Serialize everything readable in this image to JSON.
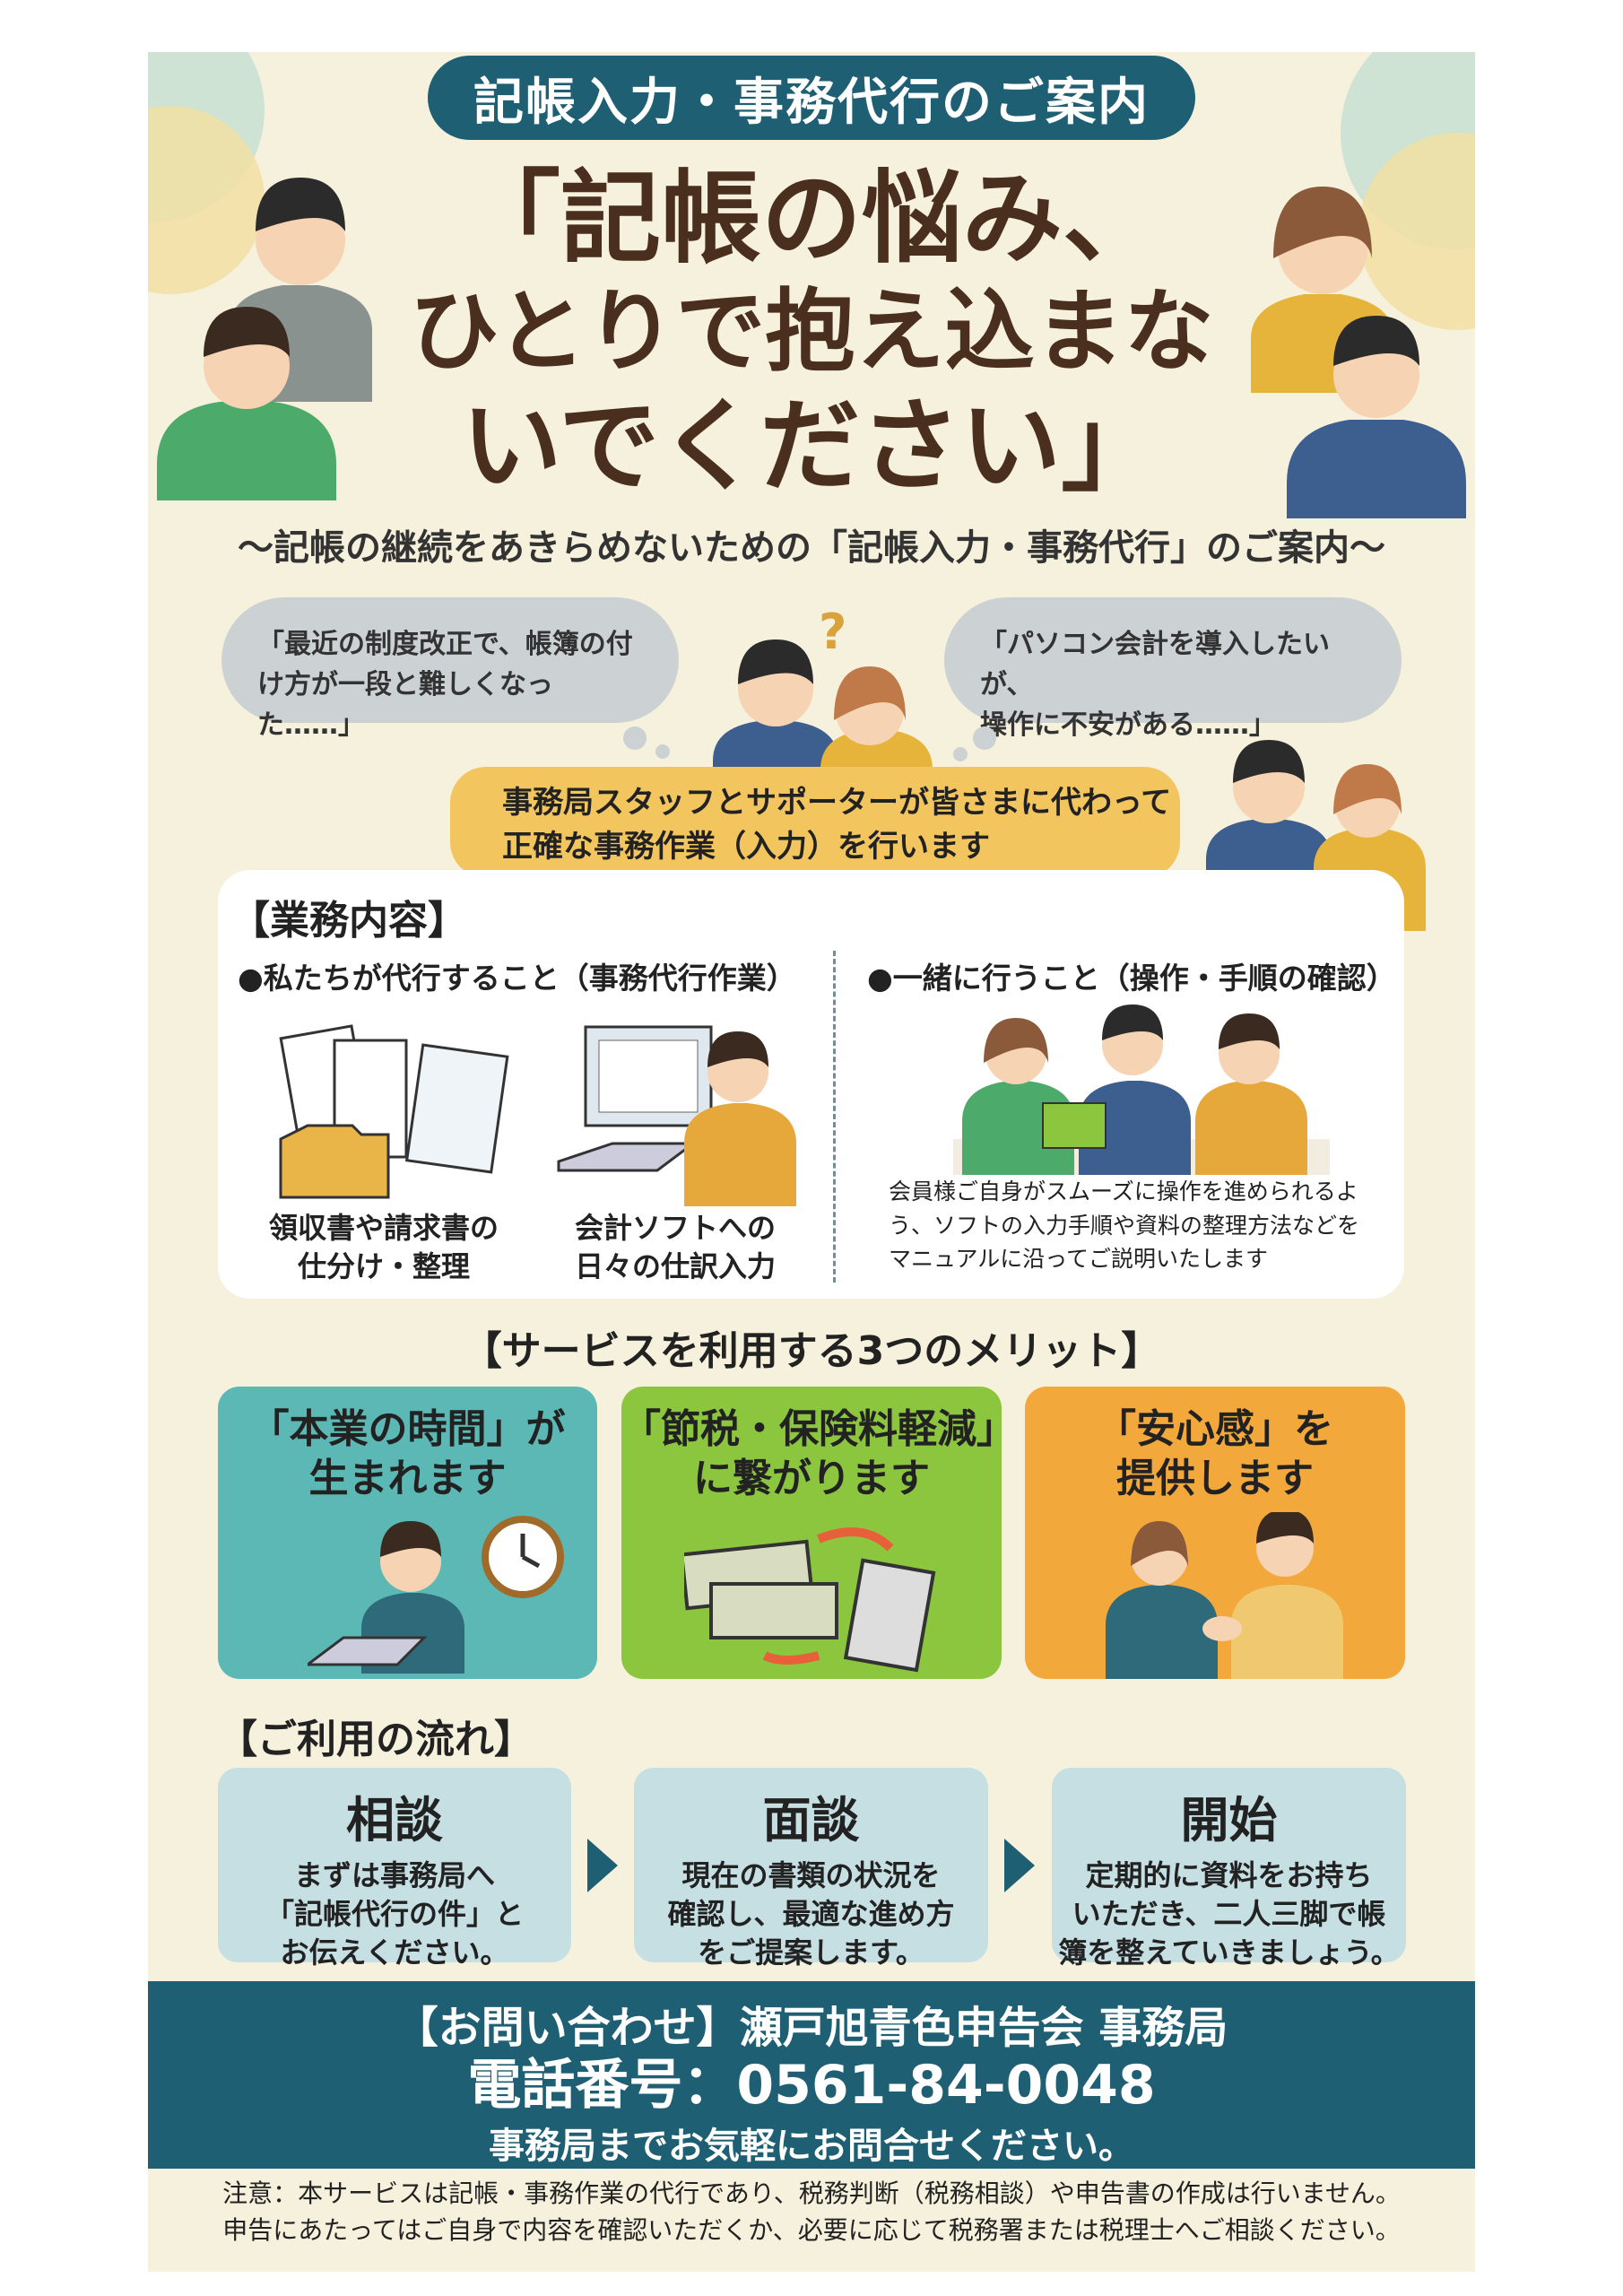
{
  "header": {
    "pill": "記帳入力・事務代行のご案内",
    "headline": [
      "「記帳の悩み、",
      "ひとりで抱え込まな",
      "いでください」"
    ],
    "subtitle": "〜記帳の継続をあきらめないための「記帳入力・事務代行」のご案内〜"
  },
  "worries": [
    [
      "「最近の制度改正で、帳簿の付",
      "け方が一段と難しくなった……」"
    ],
    [
      "「パソコン会計を導入したいが、",
      "操作に不安がある……」"
    ]
  ],
  "banner": [
    "事務局スタッフとサポーターが皆さまに代わって",
    "正確な事務作業（入力）を行います"
  ],
  "services": {
    "title": "【業務内容】",
    "col1": {
      "heading": "●私たちが代行すること（事務代行作業）",
      "items": [
        [
          "領収書や請求書の",
          "仕分け・整理"
        ],
        [
          "会計ソフトへの",
          "日々の仕訳入力"
        ]
      ]
    },
    "col2": {
      "heading": "●一緒に行うこと（操作・手順の確認）",
      "desc": [
        "会員様ご自身がスムーズに操作を進められるよ",
        "う、ソフトの入力手順や資料の整理方法などを",
        "マニュアルに沿ってご説明いたします"
      ]
    }
  },
  "merits": {
    "title": "【サービスを利用する3つのメリット】",
    "cards": [
      {
        "lines": [
          "「本業の時間」が",
          "生まれます"
        ],
        "color": "#5bb8b4"
      },
      {
        "lines": [
          "「節税・保険料軽減」",
          "に繋がります"
        ],
        "color": "#8cc63f"
      },
      {
        "lines": [
          "「安心感」を",
          "提供します"
        ],
        "color": "#f3a83b"
      }
    ]
  },
  "flow": {
    "title": "【ご利用の流れ】",
    "steps": [
      {
        "title": "相談",
        "lines": [
          "まずは事務局へ",
          "「記帳代行の件」と",
          "お伝えください。"
        ]
      },
      {
        "title": "面談",
        "lines": [
          "現在の書類の状況を",
          "確認し、最適な進め方",
          "をご提案します。"
        ]
      },
      {
        "title": "開始",
        "lines": [
          "定期的に資料をお持ち",
          "いただき、二人三脚で帳",
          "簿を整えていきましょう。"
        ]
      }
    ]
  },
  "contact": {
    "line1": "【お問い合わせ】瀬戸旭青色申告会 事務局",
    "phone": "電話番号：0561-84-0048",
    "line3": "事務局までお気軽にお問合せください。"
  },
  "note": [
    "注意：本サービスは記帳・事務作業の代行であり、税務判断（税務相談）や申告書の作成は行いません。",
    "申告にあたってはご自身で内容を確認いただくか、必要に応じて税務署または税理士へご相談ください。"
  ]
}
